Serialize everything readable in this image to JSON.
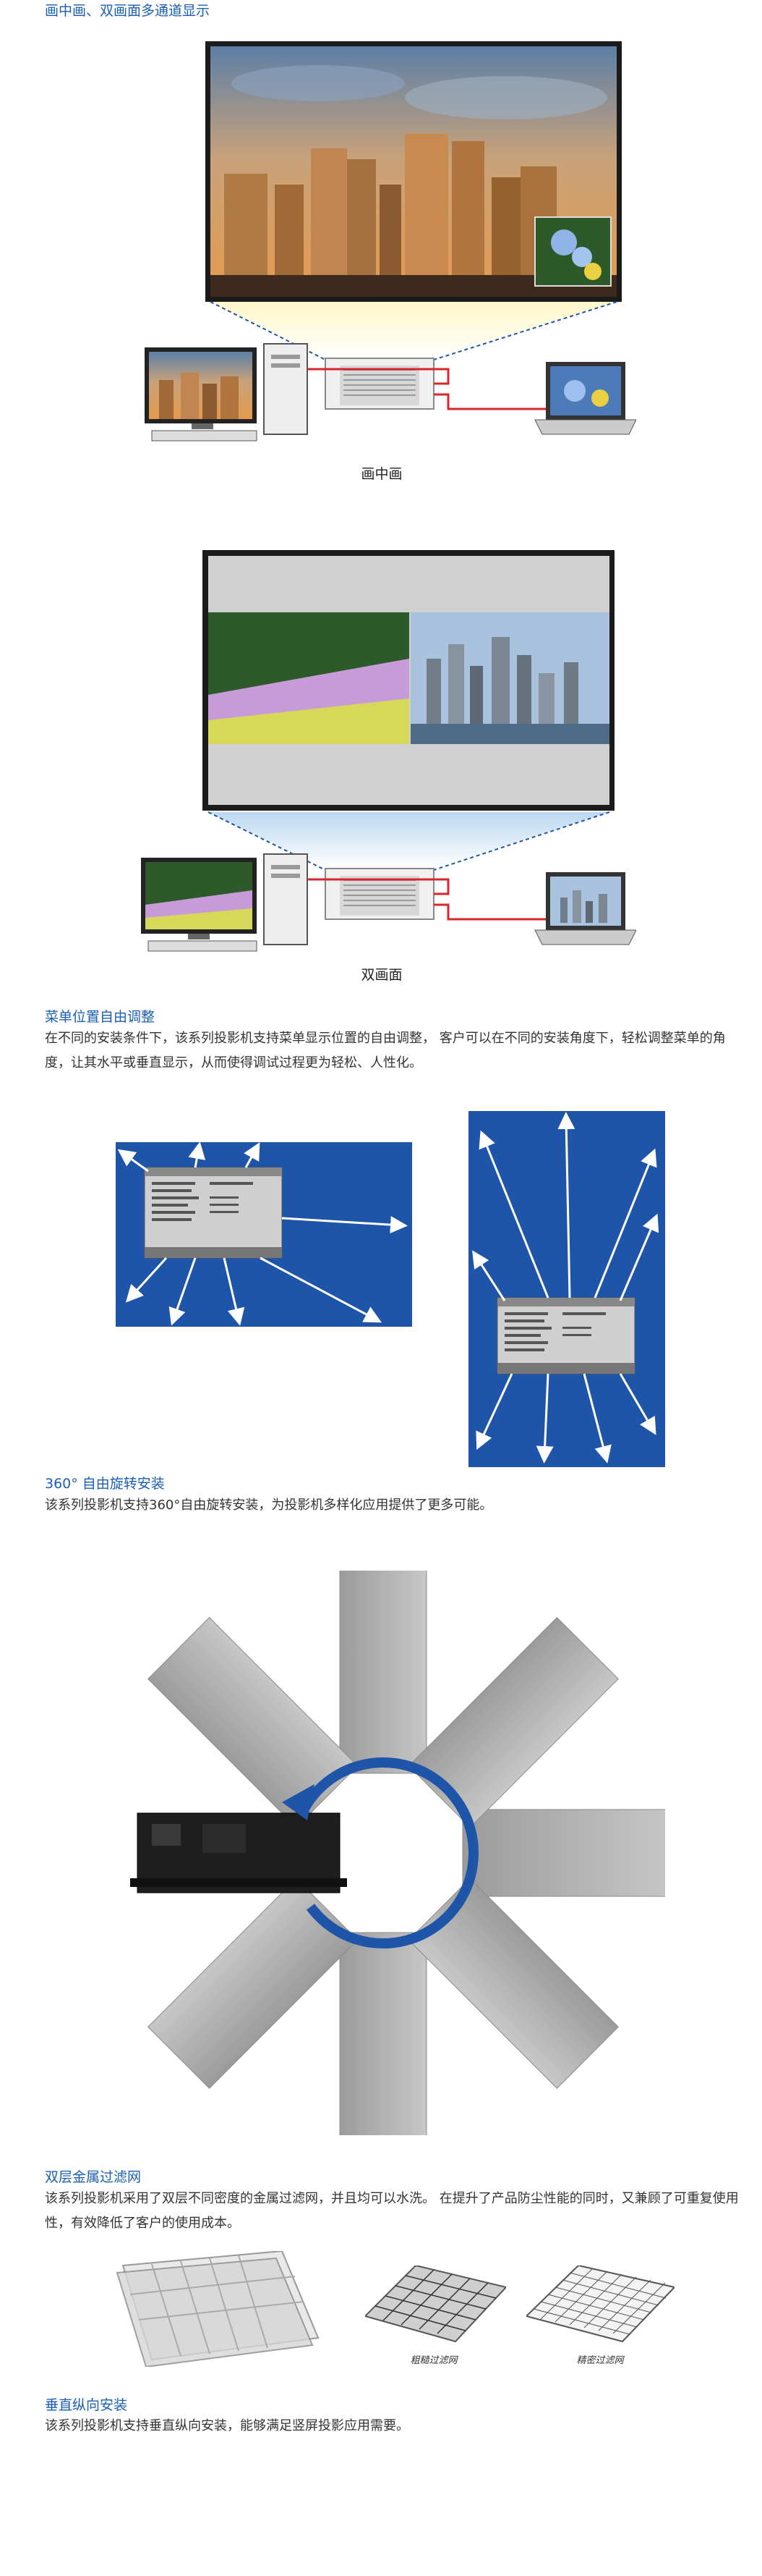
{
  "section1": {
    "title": "画中画、双画面多通道显示",
    "pip_caption": "画中画",
    "pbp_caption": "双画面"
  },
  "section2": {
    "title": "菜单位置自由调整",
    "body": "在不同的安装条件下，该系列投影机支持菜单显示位置的自由调整， 客户可以在不同的安装角度下，轻松调整菜单的角度，让其水平或垂直显示，从而使得调试过程更为轻松、人性化。"
  },
  "section3": {
    "title": "360° 自由旋转安装",
    "body": "该系列投影机支持360°自由旋转安装，为投影机多样化应用提供了更多可能。"
  },
  "section4": {
    "title": "双层金属过滤网",
    "body": "该系列投影机采用了双层不同密度的金属过滤网，并且均可以水洗。 在提升了产品防尘性能的同时，又兼顾了可重复使用性，有效降低了客户的使用成本。",
    "coarse_label": "粗糙过滤网",
    "fine_label": "精密过滤网"
  },
  "section5": {
    "title": "垂直纵向安装",
    "body": "该系列投影机支持垂直纵向安装，能够满足竖屏投影应用需要。"
  },
  "colors": {
    "heading": "#1a5fb4",
    "menu_bg": "#1e55a8",
    "cable_red": "#d9262c",
    "beam_dash": "#1e55a8"
  }
}
